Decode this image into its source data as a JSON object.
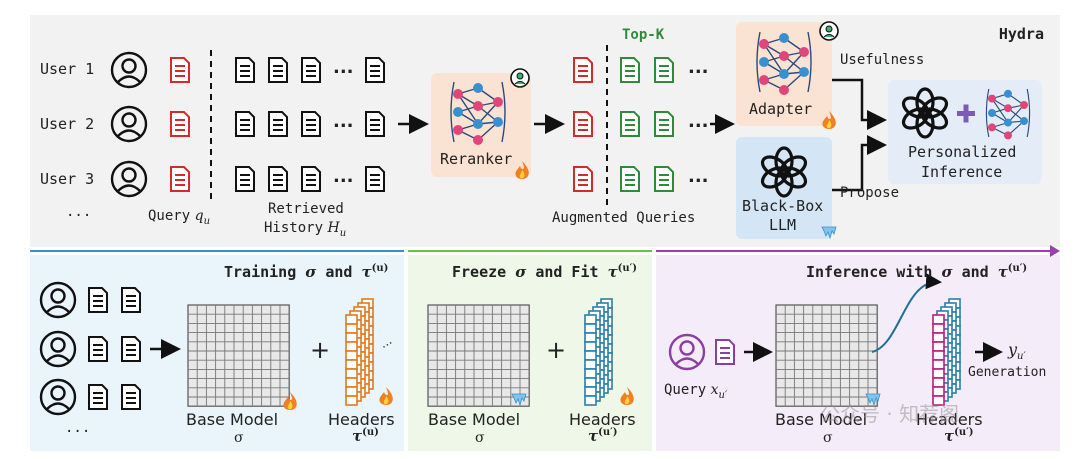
{
  "top": {
    "system_label": "Hydra",
    "users": [
      "User 1",
      "User 2",
      "User 3"
    ],
    "ellipsis": "...",
    "query_label": "Query",
    "query_var": "q",
    "query_sub": "u",
    "retrieved_line1": "Retrieved",
    "retrieved_line2": "History",
    "history_var": "H",
    "history_sub": "u",
    "reranker_label": "Reranker",
    "topk_label": "Top-K",
    "augmented_label": "Augmented Queries",
    "adapter_label": "Adapter",
    "usefulness_label": "Usefulness",
    "propose_label": "Propose",
    "blackbox_line1": "Black-Box",
    "blackbox_line2": "LLM",
    "personalized_line1": "Personalized",
    "personalized_line2": "Inference"
  },
  "panels": {
    "training": {
      "title_prefix": "Training",
      "title_sigma": "σ",
      "title_and": "and",
      "title_tau": "τ",
      "title_tau_sup": "(u)",
      "base_model_label": "Base Model",
      "base_model_sym": "σ",
      "headers_label": "Headers",
      "headers_sym": "τ",
      "headers_sup": "(u)",
      "plus": "+",
      "ellipsis": "..."
    },
    "freeze": {
      "title_prefix": "Freeze",
      "title_sigma": "σ",
      "title_and": "and Fit",
      "title_tau": "τ",
      "title_tau_sup": "(u′)",
      "base_model_label": "Base Model",
      "base_model_sym": "σ",
      "headers_label": "Headers",
      "headers_sym": "τ",
      "headers_sup": "(u′)",
      "plus": "+"
    },
    "inference": {
      "title_prefix": "Inference with",
      "title_sigma": "σ",
      "title_and": "and",
      "title_tau": "τ",
      "title_tau_sup": "(u′)",
      "query_label": "Query",
      "query_var": "x",
      "query_sub": "u′",
      "base_model_label": "Base Model",
      "base_model_sym": "σ",
      "headers_label": "Headers",
      "headers_sym": "τ",
      "headers_sup": "(u′)",
      "output_var": "y",
      "output_sub": "u′",
      "generation_label": "Generation"
    }
  },
  "watermark": "公众号 · 知荐阁",
  "colors": {
    "red_doc": "#d42a2a",
    "green_doc": "#2e8b3a",
    "topk_green": "#2e8b3a",
    "orange_header": "#e07a1f",
    "blue_header": "#2a7fa8",
    "pink_header": "#c2187a",
    "purple": "#8b3fa0",
    "reranker_bg": "#fbe3d4",
    "blackbox_bg": "#d4e6f5",
    "personalized_bg": "#e4ecf7",
    "training_bg": "#eaf4fb",
    "freeze_bg": "#eef7e8",
    "inference_bg": "#f4ecf8",
    "top_bg": "#f2f2f2"
  }
}
